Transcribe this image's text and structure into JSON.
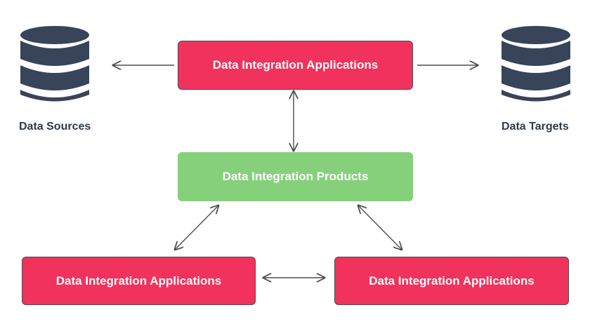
{
  "nodes": {
    "top_app": {
      "label": "Data Integration Applications",
      "color": "#f0325c"
    },
    "products": {
      "label": "Data Integration Products",
      "color": "#86d07c"
    },
    "bottom_left_app": {
      "label": "Data Integration Applications",
      "color": "#f0325c"
    },
    "bottom_right_app": {
      "label": "Data Integration Applications",
      "color": "#f0325c"
    },
    "sources": {
      "label": "Data Sources",
      "icon": "database-icon",
      "color": "#37445a"
    },
    "targets": {
      "label": "Data Targets",
      "icon": "database-icon",
      "color": "#37445a"
    }
  },
  "edges": [
    {
      "from": "top_app",
      "to": "sources",
      "direction": "one-way"
    },
    {
      "from": "top_app",
      "to": "targets",
      "direction": "one-way"
    },
    {
      "from": "top_app",
      "to": "products",
      "direction": "two-way"
    },
    {
      "from": "products",
      "to": "bottom_left_app",
      "direction": "two-way"
    },
    {
      "from": "products",
      "to": "bottom_right_app",
      "direction": "two-way"
    },
    {
      "from": "bottom_left_app",
      "to": "bottom_right_app",
      "direction": "two-way"
    }
  ],
  "colors": {
    "arrow": "#4a4d57",
    "label_text": "#2f3a4a"
  }
}
